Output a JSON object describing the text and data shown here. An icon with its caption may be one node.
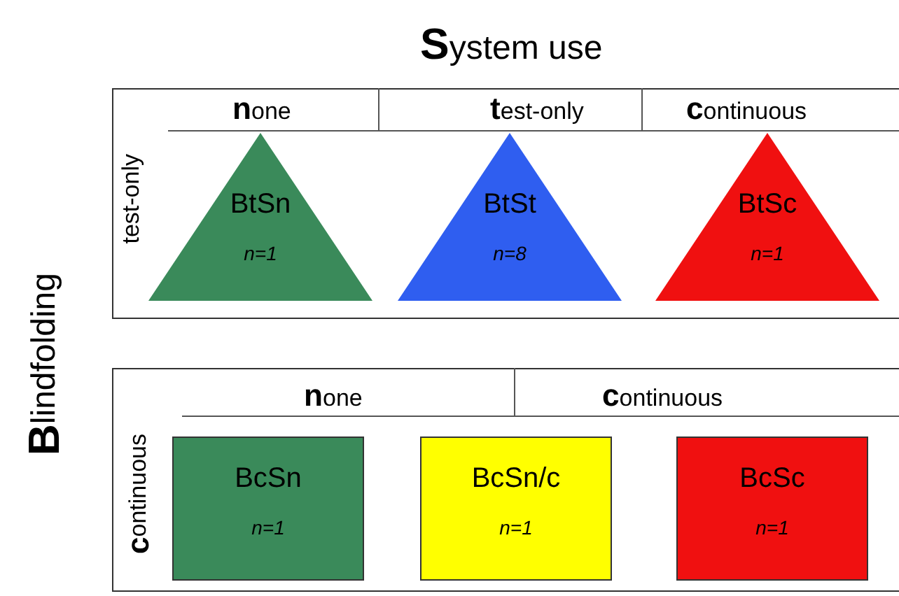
{
  "diagram": {
    "nodes": [
      {
        "text": [
          "BtSn",
          "n=1"
        ]
      },
      {
        "text": [
          "BtSt",
          "n=8"
        ]
      },
      {
        "text": [
          "BtSc",
          "n=1"
        ]
      },
      {
        "text": [
          "BcSn",
          "n=1"
        ]
      },
      {
        "text": [
          "BcSn/c",
          "n=1"
        ]
      },
      {
        "text": [
          "BcSc",
          "n=1"
        ]
      }
    ],
    "edges": [],
    "labels": [
      "**S**ystem use",
      "**B**lindfolding",
      "**n**one",
      "**t**est-only",
      "**c**ontinuous",
      "test-only",
      "**n**one",
      "**c**ontinuous",
      "**c**ontinuous"
    ]
  }
}
